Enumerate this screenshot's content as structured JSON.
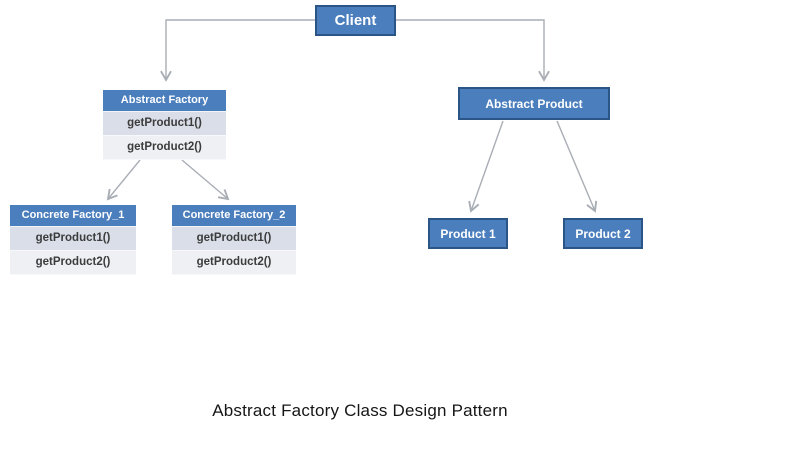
{
  "diagram": {
    "client": {
      "label": "Client"
    },
    "abstract_factory": {
      "title": "Abstract Factory",
      "methods": [
        "getProduct1()",
        "getProduct2()"
      ]
    },
    "concrete_factory_1": {
      "title": "Concrete Factory_1",
      "methods": [
        "getProduct1()",
        "getProduct2()"
      ]
    },
    "concrete_factory_2": {
      "title": "Concrete Factory_2",
      "methods": [
        "getProduct1()",
        "getProduct2()"
      ]
    },
    "abstract_product": {
      "label": "Abstract Product"
    },
    "product_1": {
      "label": "Product 1"
    },
    "product_2": {
      "label": "Product 2"
    },
    "caption": "Abstract Factory Class Design Pattern"
  },
  "colors": {
    "box_fill": "#4b7ebd",
    "box_border": "#2b5587",
    "row_odd_fill": "#d9dee8",
    "row_even_fill": "#eef0f4",
    "row_text": "#3c3c3c",
    "connector": "#a9adb5",
    "caption_text": "#161616"
  }
}
